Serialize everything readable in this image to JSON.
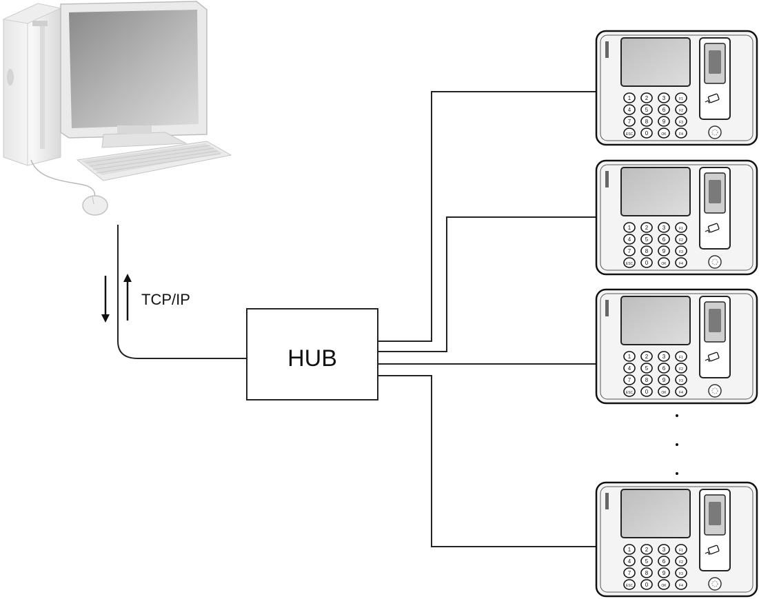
{
  "protocol": {
    "label": "TCP/IP"
  },
  "hub": {
    "label": "HUB"
  },
  "computer": {
    "icon": "desktop-computer-icon"
  },
  "devices": [
    {
      "icon": "fingerprint-terminal-icon",
      "keys": [
        "1",
        "2",
        "3",
        "F1",
        "4",
        "5",
        "6",
        "F2",
        "7",
        "8",
        "9",
        "F3",
        "ESC",
        "0",
        "OK",
        "F4"
      ]
    },
    {
      "icon": "fingerprint-terminal-icon",
      "keys": [
        "1",
        "2",
        "3",
        "F1",
        "4",
        "5",
        "6",
        "F2",
        "7",
        "8",
        "9",
        "F3",
        "ESC",
        "0",
        "OK",
        "F4"
      ]
    },
    {
      "icon": "fingerprint-terminal-icon",
      "keys": [
        "1",
        "2",
        "3",
        "F1",
        "4",
        "5",
        "6",
        "F2",
        "7",
        "8",
        "9",
        "F3",
        "ESC",
        "0",
        "OK",
        "F4"
      ]
    },
    {
      "icon": "fingerprint-terminal-icon",
      "keys": [
        "1",
        "2",
        "3",
        "F1",
        "4",
        "5",
        "6",
        "F2",
        "7",
        "8",
        "9",
        "F3",
        "ESC",
        "0",
        "OK",
        "F4"
      ]
    }
  ],
  "colors": {
    "line": "#222222",
    "device_body": "#f4f4f4",
    "screen": "#cfcfcf"
  }
}
